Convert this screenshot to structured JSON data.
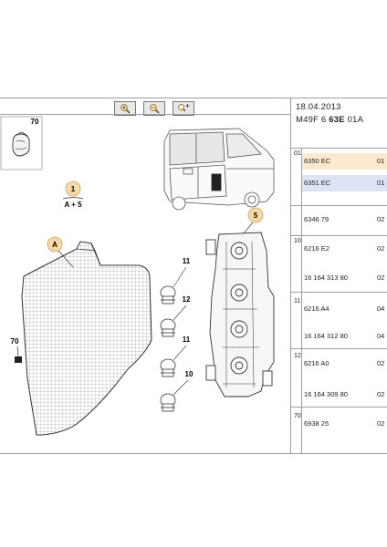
{
  "toolbar": {
    "zoom_in_icon": "magnifier-plus-icon",
    "zoom_out_icon": "magnifier-minus-icon",
    "zoom_fit_icon": "magnifier-move-icon"
  },
  "header": {
    "date": "18.04.2013",
    "code_prefix": "M49F 6 ",
    "code_bold": "63E",
    "code_suffix": " 01A"
  },
  "diagram": {
    "callout_70_top": "70",
    "callout_1": "1",
    "callout_1_sub": "A + 5",
    "callout_A": "A",
    "callout_5": "5",
    "callout_11a": "11",
    "callout_12": "12",
    "callout_11b": "11",
    "callout_10": "10",
    "callout_70_bottom": "70"
  },
  "parts": [
    {
      "group": "01",
      "ref": "6350 EC",
      "qty": "01",
      "highlight": "peach"
    },
    {
      "group": "",
      "ref": "6351 EC",
      "qty": "01",
      "highlight": "blue"
    },
    {
      "group": "",
      "ref": "6346 79",
      "qty": "02",
      "highlight": ""
    },
    {
      "group": "10",
      "ref": "6216 E2",
      "qty": "02",
      "highlight": ""
    },
    {
      "group": "",
      "ref": "16 164 313 80",
      "qty": "02",
      "highlight": ""
    },
    {
      "group": "11",
      "ref": "6216 A4",
      "qty": "04",
      "highlight": ""
    },
    {
      "group": "",
      "ref": "16 164 312 80",
      "qty": "04",
      "highlight": ""
    },
    {
      "group": "12",
      "ref": "6216 A0",
      "qty": "02",
      "highlight": ""
    },
    {
      "group": "",
      "ref": "16 164 309 80",
      "qty": "02",
      "highlight": ""
    },
    {
      "group": "70",
      "ref": "6938 25",
      "qty": "02",
      "highlight": ""
    }
  ],
  "colors": {
    "peach": "#fde9cf",
    "blue": "#dde3f3",
    "badge": "#f7d9a6",
    "grid": "#9aa0a8"
  }
}
